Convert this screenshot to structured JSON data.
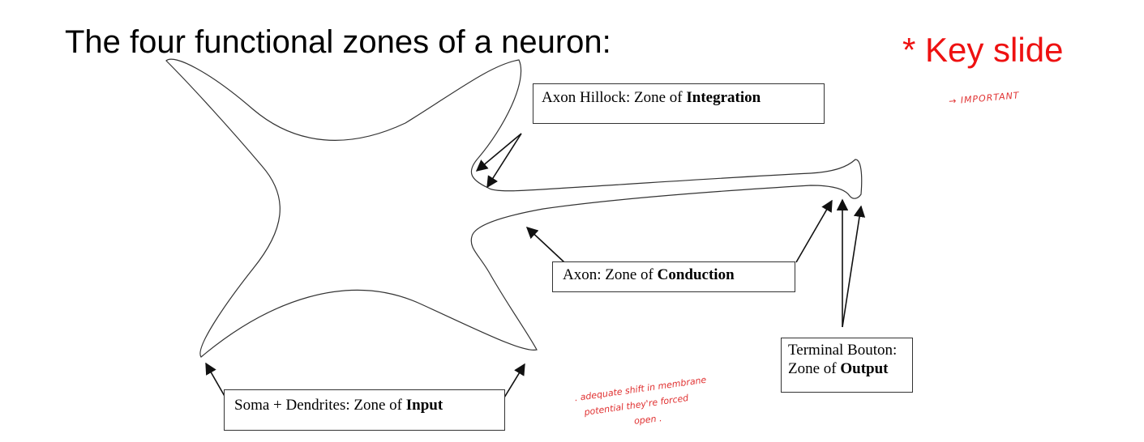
{
  "title": "The four functional zones of a neuron:",
  "key_slide": {
    "text": "* Key slide",
    "color": "#ee1111"
  },
  "labels": {
    "hillock": {
      "prefix": "Axon Hillock: Zone of ",
      "bold": "Integration"
    },
    "axon": {
      "prefix": "Axon: Zone of ",
      "bold": "Conduction"
    },
    "terminal": {
      "line1": "Terminal Bouton:",
      "prefix": "Zone of ",
      "bold": "Output"
    },
    "soma": {
      "prefix": "Soma + Dendrites: Zone of ",
      "bold": "Input"
    }
  },
  "annotations": {
    "color": "#e03030",
    "important": "→ IMPORTANT",
    "note_line1": ". adequate shift in membrane",
    "note_line2": "potential     they're forced",
    "note_line3": "open ."
  },
  "colors": {
    "outline": "#333333",
    "arrow": "#111111"
  }
}
